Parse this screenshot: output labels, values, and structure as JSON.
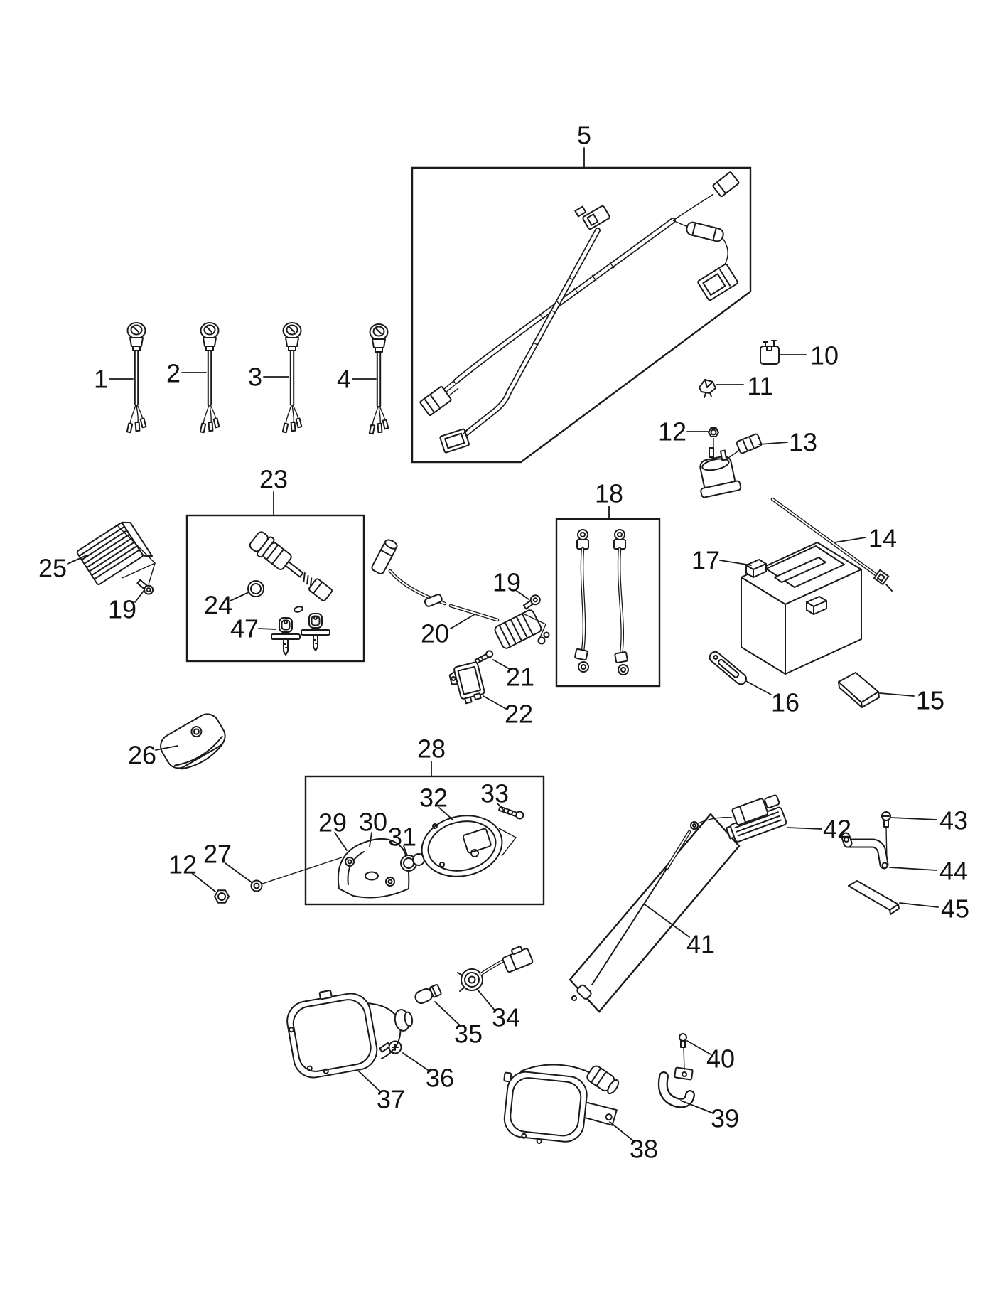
{
  "diagram": {
    "type": "exploded-parts-diagram",
    "background_color": "#ffffff",
    "line_color": "#1a1a1a",
    "callouts": {
      "c1": "1",
      "c2": "2",
      "c3": "3",
      "c4": "4",
      "c5": "5",
      "c10": "10",
      "c11": "11",
      "c12a": "12",
      "c13": "13",
      "c14": "14",
      "c15": "15",
      "c16": "16",
      "c17": "17",
      "c18": "18",
      "c19a": "19",
      "c19b": "19",
      "c20": "20",
      "c21": "21",
      "c22": "22",
      "c23": "23",
      "c24": "24",
      "c25": "25",
      "c26": "26",
      "c27": "27",
      "c12b": "12",
      "c28": "28",
      "c29": "29",
      "c30": "30",
      "c31": "31",
      "c32": "32",
      "c33": "33",
      "c34": "34",
      "c35": "35",
      "c36": "36",
      "c37": "37",
      "c38": "38",
      "c39": "39",
      "c40": "40",
      "c41": "41",
      "c42": "42",
      "c43": "43",
      "c44": "44",
      "c45": "45",
      "c47": "47"
    }
  }
}
